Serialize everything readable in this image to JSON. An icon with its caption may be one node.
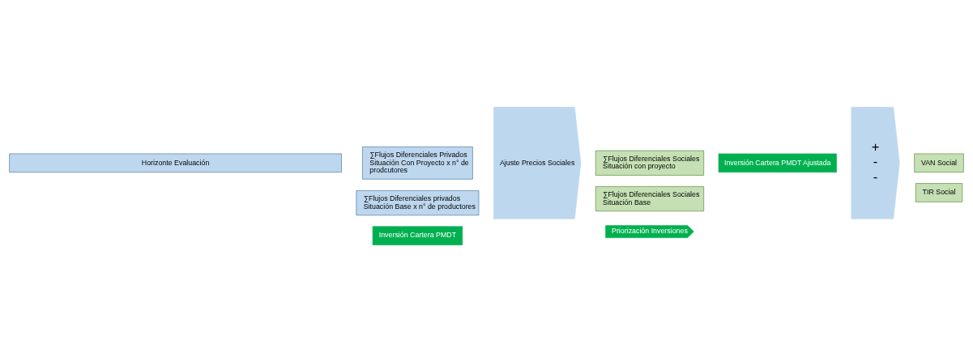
{
  "diagram": {
    "nodes": [
      {
        "text": [
          "Horizonte Evaluación"
        ]
      },
      {
        "text": [
          "∑Flujos Diferenciales Privados Situación Con Proyecto x n° de prodcutores"
        ]
      },
      {
        "text": [
          "∑Flujos Diferenciales privados Situación Base x n° de productores"
        ]
      },
      {
        "text": [
          "Inversión Cartera PMDT"
        ]
      },
      {
        "text": [
          "Ajuste Precios Sociales"
        ]
      },
      {
        "text": [
          "∑Flujos Diferenciales Sociales Situación con proyecto"
        ]
      },
      {
        "text": [
          "∑Flujos Diferenciales Sociales Situación Base"
        ]
      },
      {
        "text": [
          "Priorización Inversiones"
        ]
      },
      {
        "text": [
          "Inversión Cartera PMDT Ajustada"
        ]
      },
      {
        "text": [
          "+",
          "-",
          "-"
        ]
      },
      {
        "text": [
          "VAN Social"
        ]
      },
      {
        "text": [
          "TIR Social"
        ]
      }
    ]
  }
}
